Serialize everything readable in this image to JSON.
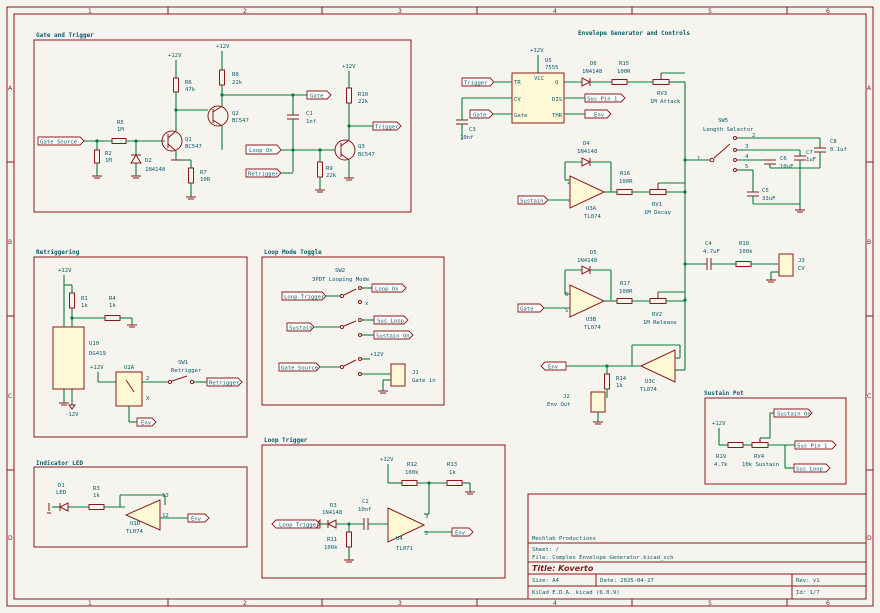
{
  "sections": {
    "gate_trigger": "Gate and Trigger",
    "envelope": "Envelope Generator and Controls",
    "retriggering": "Retriggering",
    "loop_mode": "Loop Mode Toggle",
    "indicator": "Indicator LED",
    "loop_trigger": "Loop Trigger",
    "sustain_pot": "Sustain Pot"
  },
  "border": {
    "cols": [
      "1",
      "2",
      "3",
      "4",
      "5",
      "6"
    ],
    "rows": [
      "A",
      "B",
      "C",
      "D"
    ]
  },
  "gate": {
    "v12a": "+12V",
    "v12b": "+12V",
    "v12c": "+12V",
    "gate_source": "Gate Source",
    "r5": "R5",
    "r5v": "1M",
    "r2": "R2",
    "r2v": "1M",
    "d2": "D2",
    "d2v": "1N4148",
    "r6": "R6",
    "r6v": "47k",
    "q1": "Q1",
    "q1v": "BC547",
    "r7": "R7",
    "r7v": "10R",
    "r8": "R8",
    "r8v": "22k",
    "q2": "Q2",
    "q2v": "BC547",
    "c1": "C1",
    "c1v": "1nf",
    "gate_lbl": "Gate",
    "loop_on": "Loop On",
    "retrigger": "Retrigger",
    "r9": "R9",
    "r9v": "22k",
    "r10": "R10",
    "r10v": "22k",
    "q3": "Q3",
    "q3v": "BC547",
    "trigger": "Trigger"
  },
  "env": {
    "v12": "+12V",
    "u5": "U5",
    "u5v": "7555",
    "trigger": "Trigger",
    "gate": "Gate",
    "tr": "TR",
    "cv": "CV",
    "thr": "THR",
    "dis": "DIS",
    "vcc": "VCC",
    "q": "Q",
    "c3": "C3",
    "c3v": "10nf",
    "d6": "D6",
    "d6v": "1N4148",
    "r15": "R15",
    "r15v": "100R",
    "sus_pin1": "Sus Pin 1",
    "env": "Env",
    "rv3": "RV3",
    "rv3v": "1M Attack",
    "sw5": "SW5",
    "sw5v": "Length Selector",
    "c8": "C8",
    "c8v": "0.1uf",
    "c7": "C7",
    "c7v": "1uF",
    "c6": "C6",
    "c6v": "10uF",
    "c5": "C5",
    "c5v": "33uF",
    "d4": "D4",
    "d4v": "1N4148",
    "r16": "R16",
    "r16v": "100R",
    "sustain": "Sustain",
    "u3a": "U3A",
    "u3av": "TL074",
    "rv1": "RV1",
    "rv1v": "1M Decay",
    "c4": "C4",
    "c4v": "4.7uF",
    "r18": "R18",
    "r18v": "100k",
    "j3": "J3",
    "j3v": "CV",
    "d5": "D5",
    "d5v": "1N4148",
    "r17": "R17",
    "r17v": "100R",
    "u3b": "U3B",
    "u3bv": "TL074",
    "rv2": "RV2",
    "rv2v": "1M Release",
    "u3c": "U3C",
    "u3cv": "TL074",
    "r14": "R14",
    "r14v": "1k",
    "j2": "J2",
    "j2v": "Env Out"
  },
  "retrig": {
    "v12": "+12V",
    "v12b": "+12V",
    "vneg": "-12V",
    "r1": "R1",
    "r1v": "1k",
    "r4": "R4",
    "r4v": "1k",
    "u10": "U10",
    "u10v": "DG419",
    "u2a": "U2A",
    "sw1": "SW1",
    "sw1v": "Retrigger",
    "retrigger": "Retrigger",
    "env": "Env"
  },
  "loopmode": {
    "sw2": "SW2",
    "sw2v": "3PDT Looping Mode",
    "loop_trigger": "Loop Trigger",
    "loop_on": "Loop On",
    "sustain": "Sustain",
    "sus_loop": "Sus Loop",
    "sustain_on": "Sustain On",
    "gate_source": "Gate Source",
    "v12": "+12V",
    "j1": "J1",
    "j1v": "Gate in"
  },
  "led": {
    "d1": "D1",
    "d1v": "LED",
    "r3": "R3",
    "r3v": "1k",
    "ua": "U1D",
    "uav": "TL074",
    "env": "Env"
  },
  "looptrig": {
    "v12": "+12V",
    "r12": "R12",
    "r12v": "100k",
    "r13": "R13",
    "r13v": "1k",
    "d3": "D3",
    "d3v": "1N4148",
    "c2": "C2",
    "c2v": "10nf",
    "r11": "R11",
    "r11v": "100k",
    "u4": "U4",
    "u4v": "TL071",
    "loop_trigger": "Loop Trigger",
    "env": "Env"
  },
  "sustainpot": {
    "v12": "+12V",
    "sustain_on": "Sustain On",
    "r19": "R19",
    "r19v": "4.7k",
    "rv4": "RV4",
    "rv4v": "10k Sustain",
    "sus_pin1": "Sus Pin 1",
    "sus_loop": "Sus Loop"
  },
  "titleblock": {
    "company": "Mechlab Productions",
    "sheet": "Sheet: /",
    "file": "File: Complex Envelope Generator.kicad_sch",
    "title": "Title: Koverto",
    "size": "Size: A4",
    "date": "Date: 2025-04-27",
    "rev": "Rev: v1",
    "tool": "KiCad E.D.A.  kicad (6.0.9)",
    "id": "Id: 1/7"
  }
}
